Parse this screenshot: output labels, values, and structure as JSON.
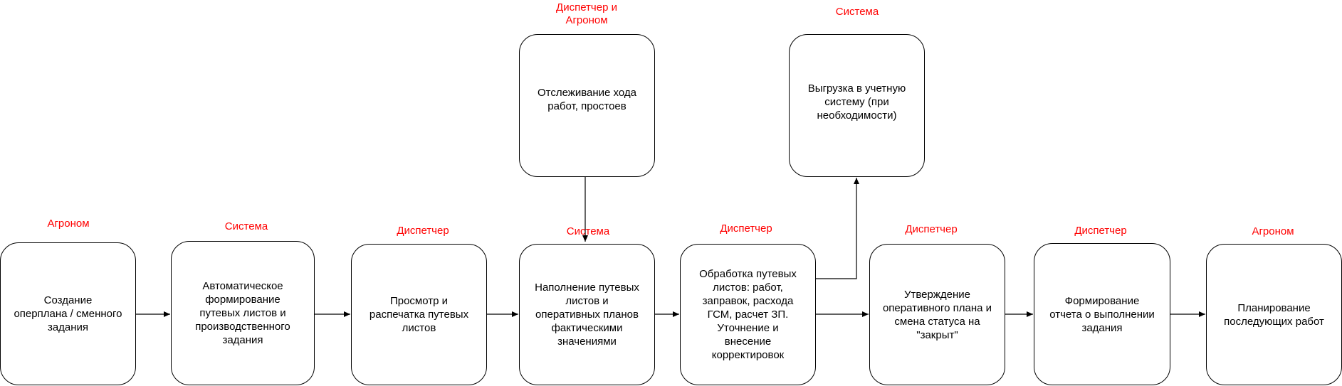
{
  "nodes": [
    {
      "id": "create-plan",
      "label": "Создание\nоперплана / сменного\nзадания",
      "role": "Агроном"
    },
    {
      "id": "auto-waybills",
      "label": "Автоматическое\nформирование\nпутевых листов и\nпроизводственного\nзадания",
      "role": "Система"
    },
    {
      "id": "view-print",
      "label": "Просмотр и\nраспечатка путевых\nлистов",
      "role": "Диспетчер"
    },
    {
      "id": "fill-actuals",
      "label": "Наполнение путевых\nлистов и\nоперативных планов\nфактическими\nзначениями",
      "role": "Система"
    },
    {
      "id": "process-waybills",
      "label": "Обработка путевых\nлистов: работ,\nзаправок, расхода\nГСМ, расчет ЗП.\nУточнение и\nвнесение\nкорректировок",
      "role": "Диспетчер"
    },
    {
      "id": "approve-plan",
      "label": "Утверждение\nоперативного плана и\nсмена статуса  на\n\"закрыт\"",
      "role": "Диспетчер"
    },
    {
      "id": "report",
      "label": "Формирование\nотчета о выполнении\nзадания",
      "role": "Диспетчер"
    },
    {
      "id": "plan-next",
      "label": "Планирование\nпоследующих работ",
      "role": "Агроном"
    },
    {
      "id": "track-progress",
      "label": "Отслеживание хода\nработ, простоев",
      "role": "Диспетчер и\nАгроном"
    },
    {
      "id": "export",
      "label": "Выгрузка в учетную\nсистему (при\nнеобходимости)",
      "role": "Система"
    }
  ],
  "colors": {
    "role": "#ff0000",
    "stroke": "#000000"
  }
}
